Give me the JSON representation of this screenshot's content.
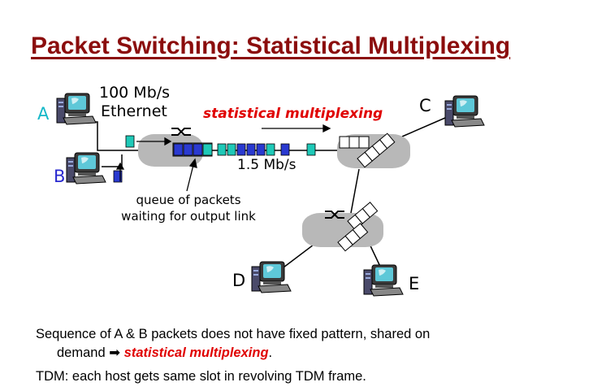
{
  "title": "Packet Switching: Statistical Multiplexing",
  "diagram": {
    "link_label_top": "100 Mb/s",
    "link_label_bottom": "Ethernet",
    "stat_mux_label": "statistical multiplexing",
    "bandwidth_label": "1.5 Mb/s",
    "queue_label": "queue of packets waiting for output link",
    "hosts": {
      "A": "A",
      "B": "B",
      "C": "C",
      "D": "D",
      "E": "E"
    }
  },
  "bullets": {
    "line1": "Sequence of A & B packets does not have fixed pattern, shared on",
    "line2_prefix": "demand",
    "arrow": "➡",
    "line2_emphasis": "statistical multiplexing",
    "line2_suffix": ".",
    "line3": "TDM: each host gets same slot in revolving TDM frame."
  },
  "colors": {
    "title": "#8b0d0d",
    "cyan_packet": "#1fc9b8",
    "blue_packet": "#2a3ad0",
    "router": "#b8b8b8",
    "emphasis": "#e00000"
  }
}
